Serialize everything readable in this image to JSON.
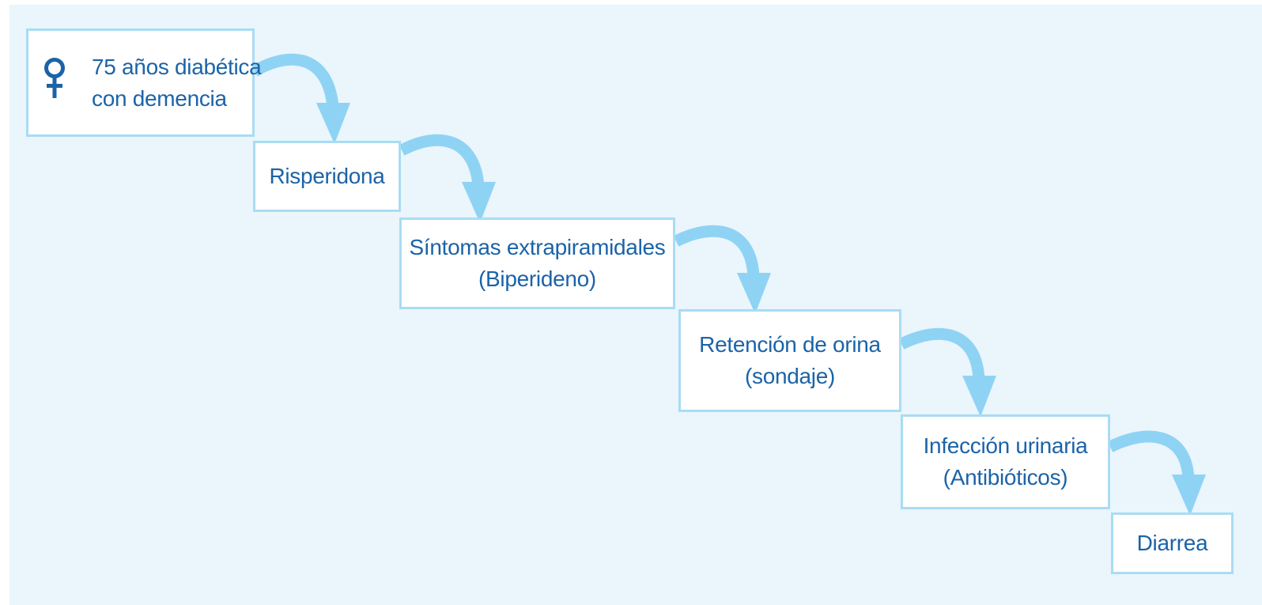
{
  "diagram": {
    "steps": [
      {
        "lines": [
          "75 años diabética",
          "con demencia"
        ],
        "icon": "female-symbol-icon"
      },
      {
        "lines": [
          "Risperidona"
        ]
      },
      {
        "lines": [
          "Síntomas extrapiramidales",
          "(Biperideno)"
        ]
      },
      {
        "lines": [
          "Retención de orina",
          "(sondaje)"
        ]
      },
      {
        "lines": [
          "Infección urinaria",
          "(Antibióticos)"
        ]
      },
      {
        "lines": [
          "Diarrea"
        ]
      }
    ],
    "colors": {
      "background": "#eaf5fc",
      "box_border": "#a9dcf3",
      "arrow": "#8fd3f4",
      "text": "#1b63a8"
    }
  }
}
